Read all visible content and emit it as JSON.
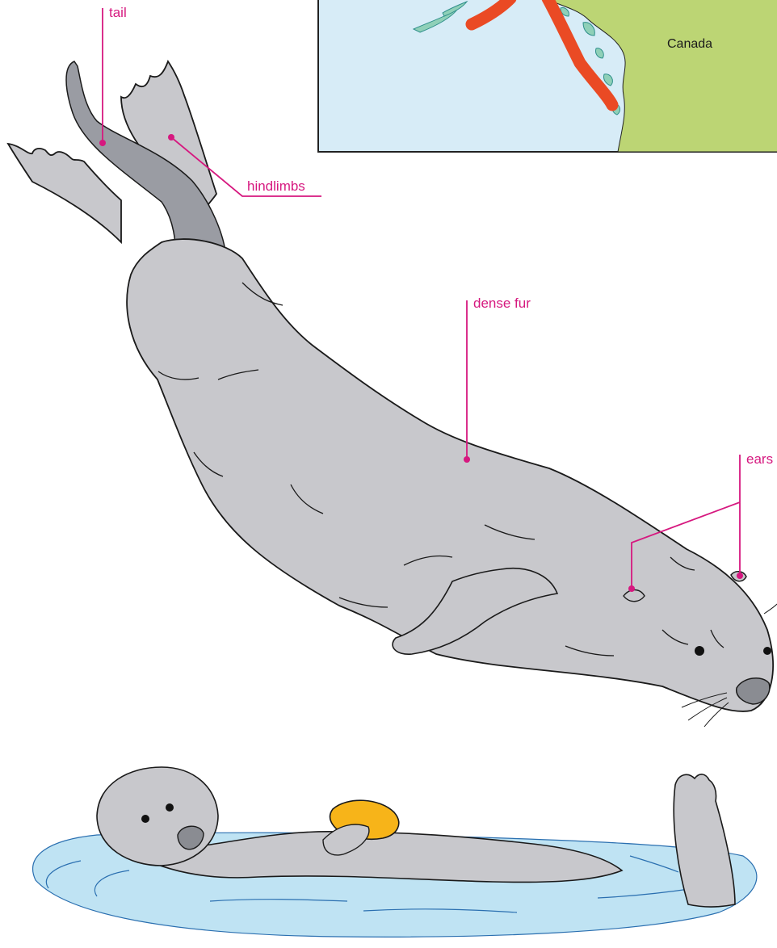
{
  "map": {
    "country_label": "Canada",
    "colors": {
      "ocean": "#d7ecf7",
      "land": "#bcd574",
      "islands": "#8fd0b8",
      "range": "#ea4a24"
    }
  },
  "labels": {
    "tail": "tail",
    "hindlimbs": "hindlimbs",
    "dense_fur": "dense fur",
    "ears": "ears"
  },
  "colors": {
    "leader": "#d6187f",
    "fur": "#c8c8cc",
    "tail": "#9a9ca3",
    "water": "#bfe3f3",
    "rock": "#f7b419"
  }
}
